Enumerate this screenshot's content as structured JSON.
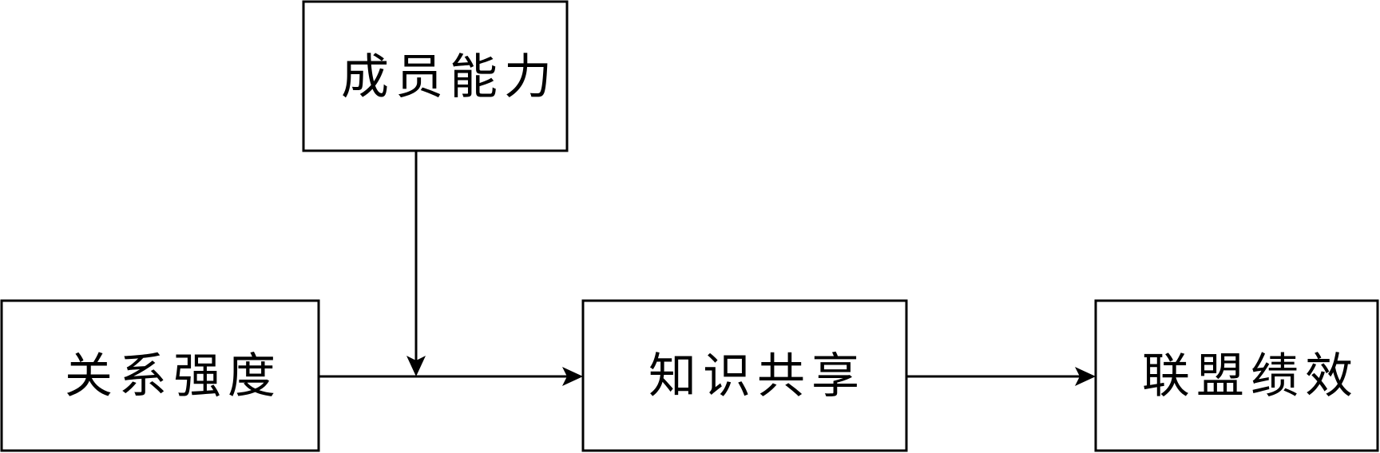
{
  "diagram": {
    "nodes": {
      "member_ability": {
        "label": "成员能力"
      },
      "relationship_strength": {
        "label": "关系强度"
      },
      "knowledge_sharing": {
        "label": "知识共享"
      },
      "alliance_performance": {
        "label": "联盟绩效"
      }
    },
    "edges": [
      {
        "from": "relationship_strength",
        "to": "knowledge_sharing"
      },
      {
        "from": "knowledge_sharing",
        "to": "alliance_performance"
      },
      {
        "from": "member_ability",
        "to": "relationship_strength->knowledge_sharing"
      }
    ],
    "colors": {
      "stroke": "#000000",
      "background": "#ffffff"
    }
  }
}
